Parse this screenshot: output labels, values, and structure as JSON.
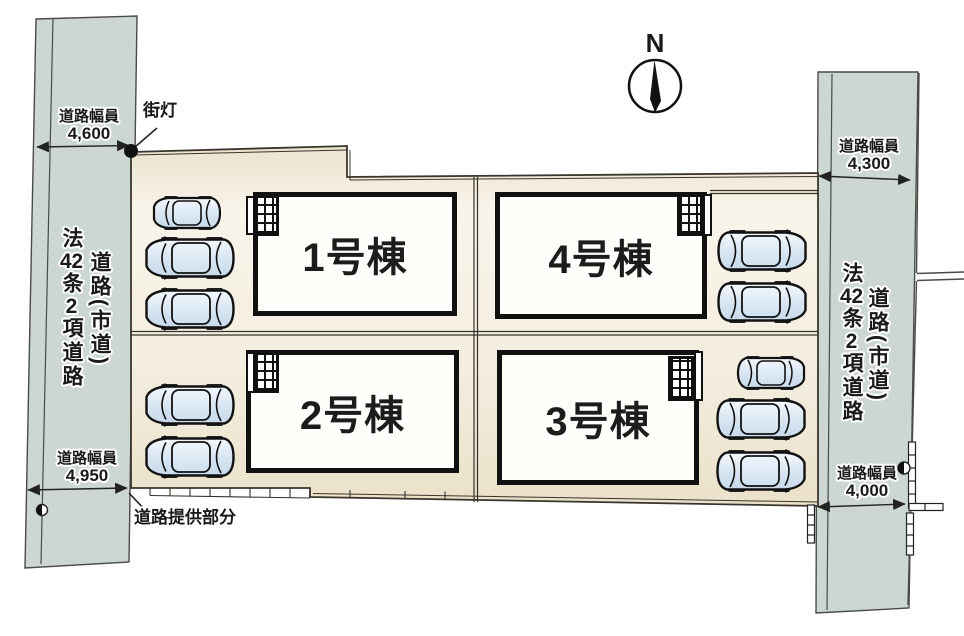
{
  "compass": {
    "label": "N"
  },
  "buildings": [
    {
      "label": "1号棟"
    },
    {
      "label": "2号棟"
    },
    {
      "label": "3号棟"
    },
    {
      "label": "4号棟"
    }
  ],
  "left_road": {
    "width_top_label": "道路幅員",
    "width_top_value": "4,600",
    "width_bottom_label": "道路幅員",
    "width_bottom_value": "4,950",
    "legal": {
      "p1": "法",
      "n1": "42",
      "p2": "条",
      "n2": "2",
      "p3": "項道路"
    },
    "type_label": "道路(市道)"
  },
  "right_road": {
    "width_top_label": "道路幅員",
    "width_top_value": "4,300",
    "width_bottom_label": "道路幅員",
    "width_bottom_value": "4,000",
    "legal": {
      "p1": "法",
      "n1": "42",
      "p2": "条",
      "n2": "2",
      "p3": "項道路"
    },
    "type_label": "道路(市道)"
  },
  "annotations": {
    "streetlight": "街灯",
    "road_provision": "道路提供部分"
  },
  "parking": {
    "lot1_cars": 3,
    "lot2_cars": 2,
    "lot3_cars": 3,
    "lot4_cars": 2
  },
  "colors": {
    "road": "#cdd7d2",
    "parcel": "#f2ecdc",
    "outline": "#1a1a1a",
    "car_body": "#dde8f2"
  }
}
